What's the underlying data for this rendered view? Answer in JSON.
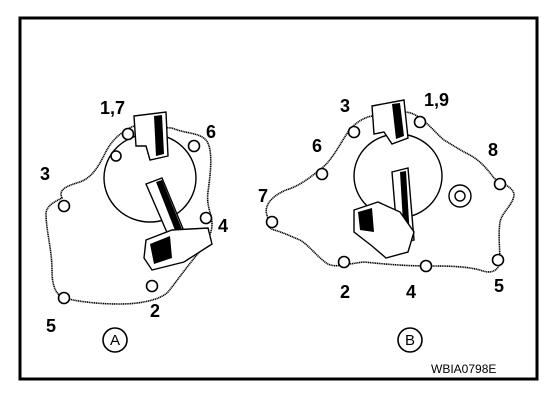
{
  "figure_code": "WBIA0798E",
  "view_a": {
    "label": "A",
    "callouts": [
      "1,7",
      "6",
      "3",
      "4",
      "5",
      "2"
    ]
  },
  "view_b": {
    "label": "B",
    "callouts": [
      "3",
      "1,9",
      "6",
      "8",
      "7",
      "2",
      "4",
      "5"
    ]
  }
}
